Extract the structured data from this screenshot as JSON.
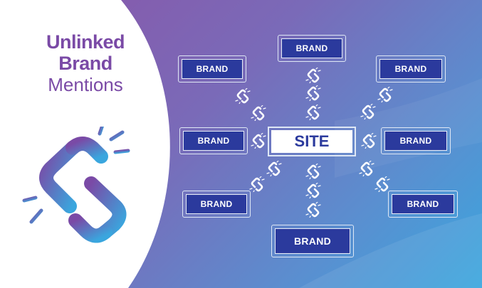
{
  "title": {
    "line1": "Unlinked",
    "line2": "Brand",
    "line3": "Mentions"
  },
  "center": {
    "label": "SITE"
  },
  "brands": [
    {
      "id": "top",
      "label": "BRAND"
    },
    {
      "id": "top-left",
      "label": "BRAND"
    },
    {
      "id": "top-right",
      "label": "BRAND"
    },
    {
      "id": "mid-left",
      "label": "BRAND"
    },
    {
      "id": "mid-right",
      "label": "BRAND"
    },
    {
      "id": "bottom-left",
      "label": "BRAND"
    },
    {
      "id": "bottom-right",
      "label": "BRAND"
    },
    {
      "id": "bottom",
      "label": "BRAND"
    }
  ],
  "icons": {
    "hero": "broken-link-icon",
    "small": "broken-chain-icon"
  },
  "colors": {
    "brand_box": "#2b3a9d",
    "title": "#7a4aa6",
    "icon_gradient_start": "#7a4aa6",
    "icon_gradient_end": "#3aa6de"
  }
}
